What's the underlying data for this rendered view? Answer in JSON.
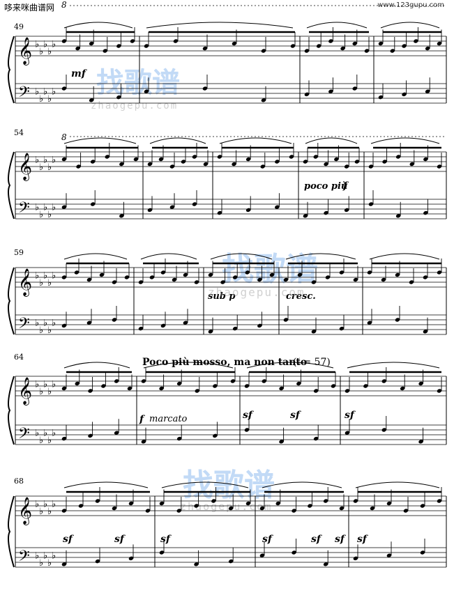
{
  "header": {
    "left_title": "哆来咪曲谱网",
    "right_url": "www.123gupu.com",
    "ottava_mark": "8"
  },
  "watermark": {
    "brand": "找歌谱",
    "site": "zhaogepu.com"
  },
  "systems": [
    {
      "measure_number": "49"
    },
    {
      "measure_number": "54",
      "ottava": "8"
    },
    {
      "measure_number": "59"
    },
    {
      "measure_number": "64"
    },
    {
      "measure_number": "68"
    }
  ],
  "markings": {
    "s1_dynamic": "mf",
    "s2_expr": "poco più",
    "s2_dynamic": "f",
    "s3_subp": "sub p",
    "s3_cresc": "cresc.",
    "s4_tempo": "Poco più mosso, ma non tanto",
    "s4_metronome": "(𝅗𝅥 = 57)",
    "s4_marcato_f": "f",
    "s4_marcato": "marcato",
    "sf": "sf"
  }
}
